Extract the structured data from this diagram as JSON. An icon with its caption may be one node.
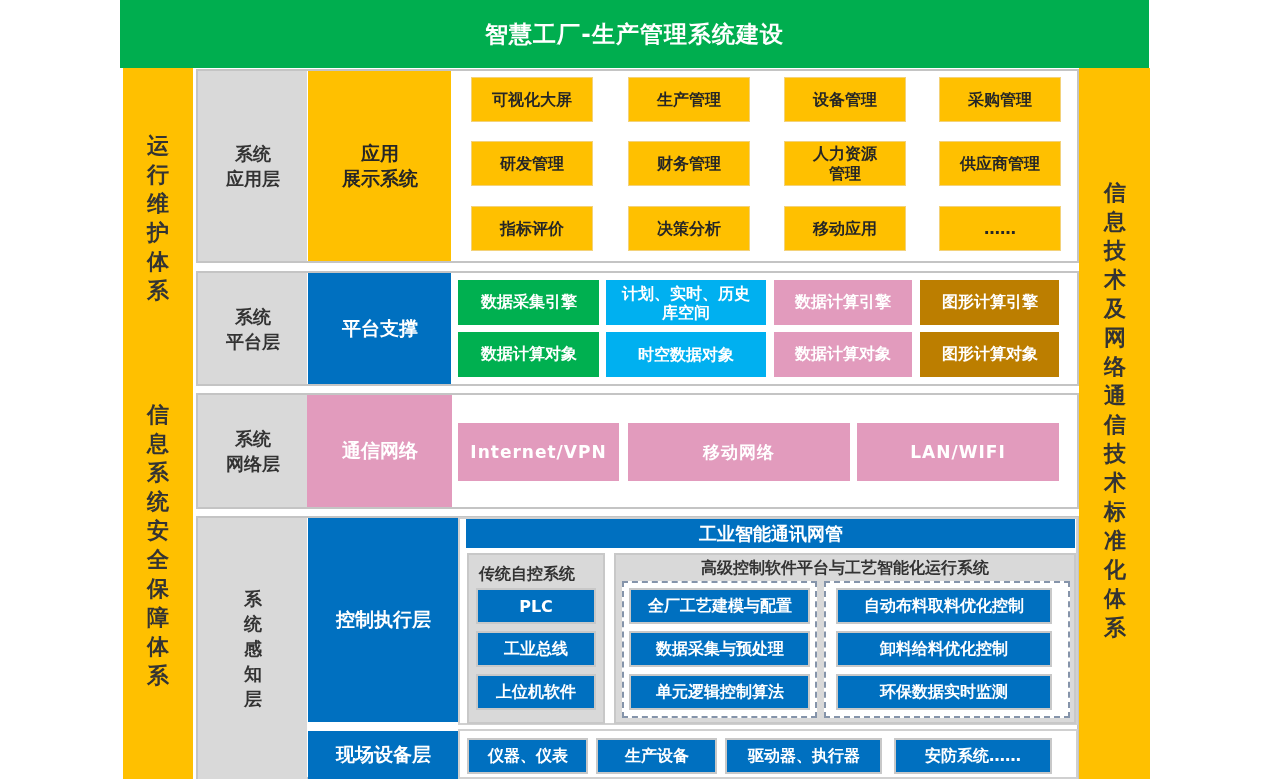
{
  "diagram": {
    "title": "智慧工厂-生产管理系统建设",
    "nodes": [
      {
        "text": [
          "运行维护体系",
          "信息系统安全保障体系"
        ]
      },
      {
        "text": [
          "信息技术及网络通信技术标准化体系"
        ]
      },
      {
        "text": [
          "系统应用层"
        ]
      },
      {
        "text": [
          "应用展示系统"
        ]
      },
      {
        "text": [
          "可视化大屏"
        ]
      },
      {
        "text": [
          "生产管理"
        ]
      },
      {
        "text": [
          "设备管理"
        ]
      },
      {
        "text": [
          "采购管理"
        ]
      },
      {
        "text": [
          "研发管理"
        ]
      },
      {
        "text": [
          "财务管理"
        ]
      },
      {
        "text": [
          "人力资源管理"
        ]
      },
      {
        "text": [
          "供应商管理"
        ]
      },
      {
        "text": [
          "指标评价"
        ]
      },
      {
        "text": [
          "决策分析"
        ]
      },
      {
        "text": [
          "移动应用"
        ]
      },
      {
        "text": [
          "……"
        ]
      },
      {
        "text": [
          "系统平台层"
        ]
      },
      {
        "text": [
          "平台支撑"
        ]
      },
      {
        "text": [
          "数据采集引擎"
        ]
      },
      {
        "text": [
          "计划、实时、历史库空间"
        ]
      },
      {
        "text": [
          "数据计算引擎"
        ]
      },
      {
        "text": [
          "图形计算引擎"
        ]
      },
      {
        "text": [
          "数据计算对象"
        ]
      },
      {
        "text": [
          "时空数据对象"
        ]
      },
      {
        "text": [
          "数据计算对象"
        ]
      },
      {
        "text": [
          "图形计算对象"
        ]
      },
      {
        "text": [
          "系统网络层"
        ]
      },
      {
        "text": [
          "通信网络"
        ]
      },
      {
        "text": [
          "Internet/VPN"
        ]
      },
      {
        "text": [
          "移动网络"
        ]
      },
      {
        "text": [
          "LAN/WIFI"
        ]
      },
      {
        "text": [
          "系统感知层"
        ]
      },
      {
        "text": [
          "控制执行层"
        ]
      },
      {
        "text": [
          "工业智能通讯网管"
        ]
      },
      {
        "text": [
          "传统自控系统"
        ]
      },
      {
        "text": [
          "PLC"
        ],
        "in": 34
      },
      {
        "text": [
          "工业总线"
        ],
        "in": 34
      },
      {
        "text": [
          "上位机软件"
        ],
        "in": 34
      },
      {
        "text": [
          "高级控制软件平台与工艺智能化运行系统"
        ]
      },
      {
        "text": [
          "全厂工艺建模与配置"
        ],
        "in": 38
      },
      {
        "text": [
          "数据采集与预处理"
        ],
        "in": 38
      },
      {
        "text": [
          "单元逻辑控制算法"
        ],
        "in": 38
      },
      {
        "text": [
          "自动布料取料优化控制"
        ],
        "in": 38
      },
      {
        "text": [
          "卸料给料优化控制"
        ],
        "in": 38
      },
      {
        "text": [
          "环保数据实时监测"
        ],
        "in": 38
      },
      {
        "text": [
          "现场设备层"
        ]
      },
      {
        "text": [
          "仪器、仪表"
        ]
      },
      {
        "text": [
          "生产设备"
        ]
      },
      {
        "text": [
          "驱动器、执行器"
        ]
      },
      {
        "text": [
          "安防系统……"
        ]
      }
    ]
  }
}
